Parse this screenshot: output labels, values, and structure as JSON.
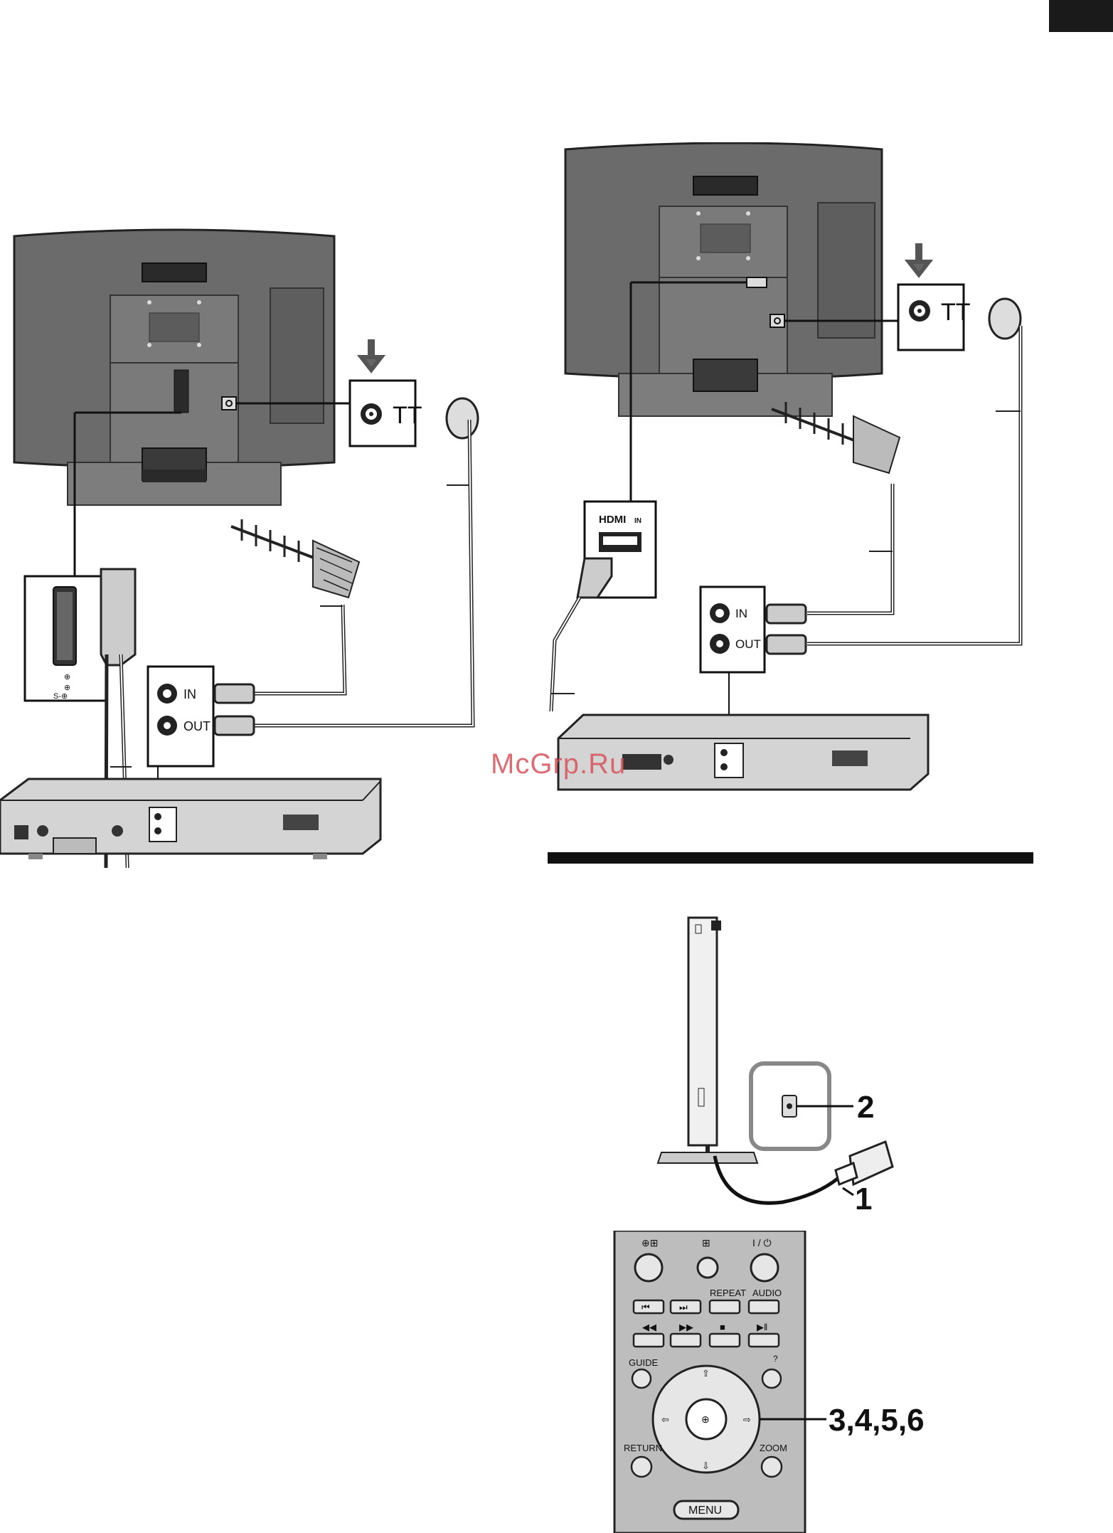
{
  "diagram_left": {
    "antenna_jack_symbol": "TT",
    "recorder_ports": {
      "in": "IN",
      "out": "OUT"
    }
  },
  "diagram_right": {
    "hdmi_label": "HDMI",
    "hdmi_in": "IN",
    "antenna_jack_symbol": "TT",
    "recorder_ports": {
      "in": "IN",
      "out": "OUT"
    }
  },
  "power_diagram": {
    "callout_1": "1",
    "callout_2": "2"
  },
  "remote": {
    "callout": "3,4,5,6",
    "buttons": {
      "repeat": "REPEAT",
      "audio": "AUDIO",
      "guide": "GUIDE",
      "return": "RETURN",
      "zoom": "ZOOM",
      "menu": "MENU",
      "power": "I / ⏻"
    }
  },
  "watermark": "McGrp.Ru"
}
